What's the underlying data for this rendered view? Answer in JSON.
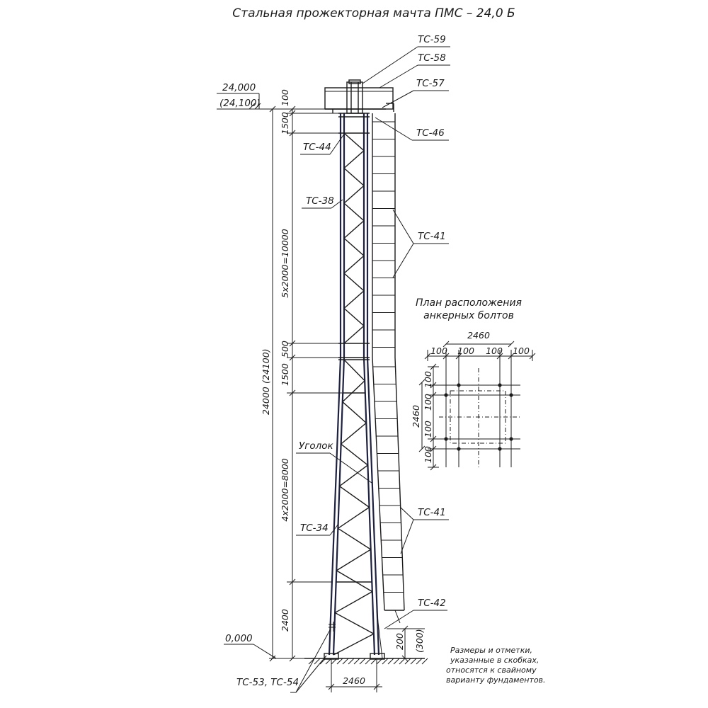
{
  "title": "Стальная прожекторная мачта ПМС – 24,0 Б",
  "callouts": {
    "tc59": "ТС-59",
    "tc58": "ТС-58",
    "tc57": "ТС-57",
    "tc46": "ТС-46",
    "tc44": "ТС-44",
    "tc38": "ТС-38",
    "tc41_upper": "ТС-41",
    "tc41_lower": "ТС-41",
    "ugolok": "Уголок",
    "tc34": "ТС-34",
    "tc42": "ТС-42",
    "tc53_54": "ТС-53, ТС-54"
  },
  "elevations": {
    "top_value": "24,000",
    "top_alt": "(24,100)",
    "ground": "0,000"
  },
  "dimensions_vertical": {
    "d100": "100",
    "d1500_top": "1500",
    "d5x2000": "5х2000=10000",
    "d500": "500",
    "d1500_mid": "1500",
    "d4x2000": "4х2000=8000",
    "d2400": "2400",
    "total": "24000",
    "total_alt": "(24100)",
    "d200": "200",
    "d300": "(300)"
  },
  "base_width": "2460",
  "plan": {
    "title_line1": "План расположения",
    "title_line2": "анкерных болтов",
    "overall": "2460",
    "top_segments": [
      "100",
      "100",
      "100",
      "100"
    ],
    "left_overall": "2460",
    "left_segments": [
      "100",
      "100",
      "100",
      "100"
    ]
  },
  "note": [
    "Размеры и отметки,",
    "указанные в скобках,",
    "относятся к свайному",
    "варианту фундаментов."
  ]
}
